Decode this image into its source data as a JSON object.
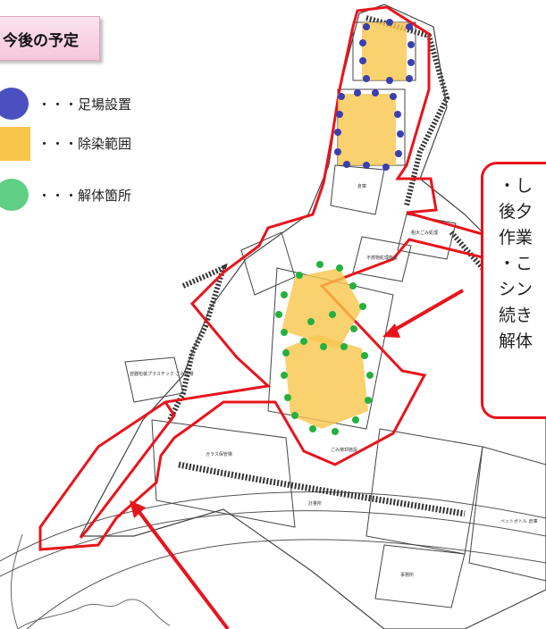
{
  "title": "今後の予定",
  "legend": [
    {
      "label": "・・・足場設置",
      "swatch": "blue-circle",
      "color": "#4a50c0"
    },
    {
      "label": "・・・除染範囲",
      "swatch": "yellow-rect",
      "color": "#f7c64b"
    },
    {
      "label": "・・・解体箇所",
      "swatch": "green-circle",
      "color": "#5fcf85"
    }
  ],
  "callout_lines": [
    "・し",
    "後夕",
    "作業",
    "・こ",
    "シン",
    "続き",
    "解体"
  ],
  "map_labels": {
    "a": "倉庫",
    "b": "粗大ごみ処理",
    "c": "不燃物処理施設",
    "d": "ごみ焼却施設",
    "e": "ガラス保管場",
    "f": "容器包装プラスチック ごみ置場",
    "g": "事務所",
    "h": "ペットボトル 倉庫",
    "i": "計量所"
  },
  "colors": {
    "boundary": "#e8141c",
    "arrow": "#e8141c",
    "scaffold": "#3a3fb0",
    "demolition": "#25b040",
    "decon": "#f7c64b"
  }
}
